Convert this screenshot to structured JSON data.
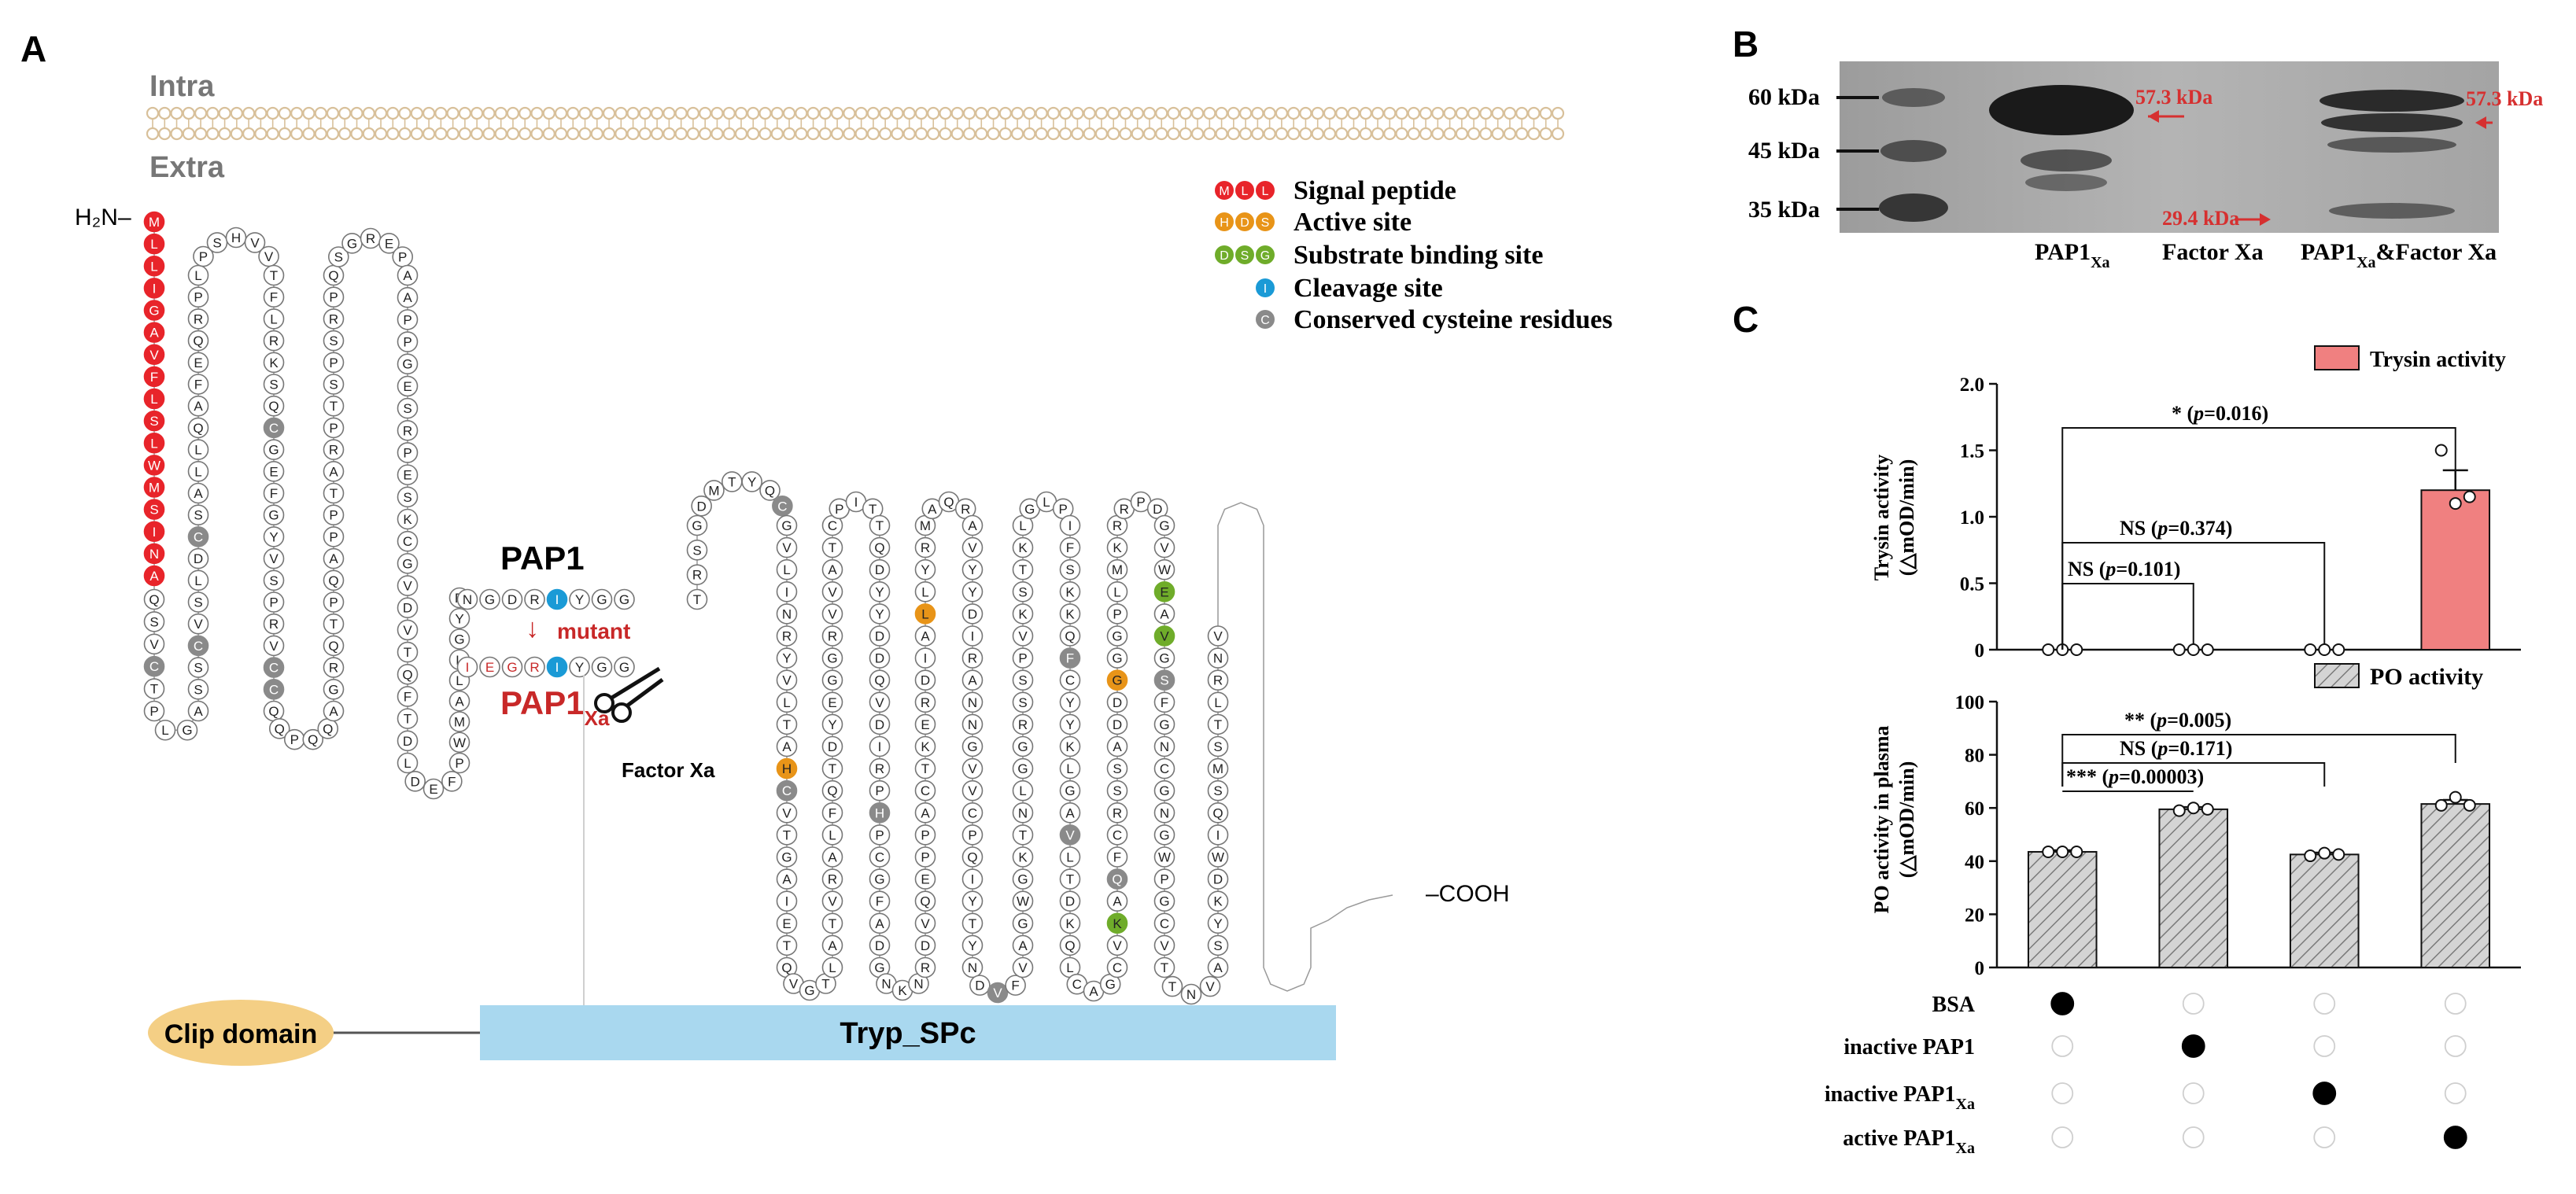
{
  "panels": {
    "a": "A",
    "b": "B",
    "c": "C"
  },
  "panel_a": {
    "intra": "Intra",
    "extra": "Extra",
    "n_term": "H₂N–",
    "c_term": "–COOH",
    "pap1_label": "PAP1",
    "pap1xa_label": "PAP1",
    "xa_sub": "Xa",
    "mutant_label": "mutant",
    "factor_xa": "Factor Xa",
    "wild_motif": [
      "N",
      "G",
      "D",
      "R",
      "I",
      "Y",
      "G",
      "G"
    ],
    "mutant_motif": [
      "I",
      "E",
      "G",
      "R",
      "I",
      "Y",
      "G",
      "G"
    ],
    "domains": {
      "clip": "Clip domain",
      "tryp": "Tryp_SPc"
    },
    "legend": [
      {
        "letters": [
          "M",
          "L",
          "L"
        ],
        "color": "#e8242a",
        "label": "Signal peptide"
      },
      {
        "letters": [
          "H",
          "D",
          "S"
        ],
        "color": "#e89418",
        "label": "Active site"
      },
      {
        "letters": [
          "D",
          "S",
          "G"
        ],
        "color": "#6fac2a",
        "label": "Substrate binding site"
      },
      {
        "letters": [
          "I"
        ],
        "color": "#1a9ad6",
        "label": "Cleavage site"
      },
      {
        "letters": [
          "C"
        ],
        "color": "#8a8a8a",
        "label": "Conserved cysteine residues"
      }
    ],
    "colors": {
      "signal": "#e8242a",
      "active": "#e89418",
      "substrate": "#6fac2a",
      "cleavage": "#1a9ad6",
      "cysteine": "#8a8a8a",
      "membrane": "#d8c09a",
      "clip": "#f4cf85",
      "tryp": "#a9d8ef"
    },
    "residues": {
      "signal": [
        "M",
        "L",
        "L",
        "I",
        "G",
        "A",
        "V",
        "F",
        "L",
        "S",
        "L",
        "W",
        "M",
        "S",
        "I",
        "N",
        "A"
      ],
      "seg1": [
        "Q",
        "S",
        "V",
        "C",
        "T",
        "P",
        "L",
        "G",
        "A",
        "S",
        "S",
        "C",
        "V",
        "S",
        "L",
        "D",
        "C",
        "S",
        "A",
        "L",
        "L",
        "Q",
        "A",
        "F",
        "E",
        "Q",
        "R",
        "P",
        "L",
        "P",
        "S",
        "H",
        "V",
        "V",
        "T",
        "F",
        "L",
        "R",
        "K",
        "S",
        "Q",
        "C",
        "G",
        "E",
        "F",
        "G",
        "Y",
        "V",
        "S",
        "P",
        "R",
        "V",
        "C",
        "C",
        "Q",
        "Q",
        "P",
        "Q",
        "Q",
        "A",
        "G",
        "R",
        "Q",
        "T",
        "P",
        "Q",
        "A",
        "P",
        "P",
        "T",
        "A",
        "R",
        "P",
        "T",
        "S",
        "P",
        "S",
        "R",
        "P",
        "Q",
        "S",
        "G",
        "R",
        "E",
        "P",
        "A",
        "A",
        "P",
        "P",
        "G",
        "E",
        "S",
        "R",
        "P",
        "E",
        "S",
        "K",
        "C",
        "G",
        "V",
        "D",
        "V",
        "T"
      ],
      "seg2": [
        "Q",
        "F",
        "T",
        "D",
        "L",
        "D",
        "E",
        "F",
        "P",
        "W",
        "M",
        "A",
        "L",
        "L",
        "G",
        "Y",
        "R",
        "T",
        "R",
        "S",
        "G",
        "D",
        "M",
        "T",
        "Y",
        "Q",
        "C",
        "G",
        "V",
        "L",
        "I",
        "N",
        "R",
        "Y",
        "V",
        "L",
        "T",
        "A",
        "H",
        "C",
        "V",
        "T",
        "G",
        "A",
        "I",
        "E",
        "T",
        "Q",
        "V",
        "G",
        "T",
        "L",
        "A",
        "T",
        "V",
        "R",
        "A",
        "L",
        "F",
        "Q",
        "T",
        "D",
        "Y",
        "E",
        "G",
        "G",
        "R",
        "V",
        "V",
        "A",
        "T",
        "C",
        "P",
        "I",
        "T",
        "T",
        "Q",
        "D",
        "Y",
        "Y",
        "D",
        "D",
        "Q",
        "V",
        "D",
        "I",
        "R",
        "P",
        "H",
        "P",
        "C",
        "G",
        "F",
        "A",
        "D",
        "G",
        "N",
        "K",
        "N",
        "R",
        "D",
        "V",
        "Q",
        "E",
        "P",
        "P",
        "A",
        "C",
        "T",
        "K",
        "E",
        "R",
        "D",
        "I",
        "A",
        "L",
        "L",
        "Y",
        "R",
        "M",
        "A",
        "Q",
        "R",
        "A",
        "V",
        "Y",
        "Y",
        "D",
        "I",
        "R",
        "A",
        "N",
        "N",
        "G",
        "V",
        "V",
        "C",
        "P",
        "Q",
        "I",
        "Y",
        "T",
        "Y",
        "N",
        "D",
        "V",
        "F",
        "V",
        "A",
        "G",
        "W",
        "G",
        "K",
        "T",
        "N",
        "L",
        "G",
        "G",
        "R",
        "S",
        "S",
        "P",
        "V",
        "K",
        "S",
        "T",
        "K",
        "L",
        "G",
        "L",
        "P",
        "I",
        "F",
        "S",
        "K",
        "K",
        "Q",
        "F",
        "C",
        "Y",
        "Y",
        "K",
        "L",
        "G",
        "A",
        "V",
        "L",
        "T",
        "D",
        "K",
        "Q",
        "L",
        "C",
        "A",
        "G",
        "C",
        "V",
        "K",
        "A",
        "Q",
        "F",
        "C",
        "R",
        "S",
        "S",
        "A",
        "D",
        "D",
        "G",
        "G",
        "G",
        "P",
        "L",
        "M",
        "K",
        "R",
        "R",
        "P",
        "D",
        "G",
        "V",
        "W",
        "E",
        "A",
        "V",
        "G",
        "S",
        "F",
        "G",
        "N",
        "C",
        "G",
        "N",
        "G",
        "W",
        "P",
        "G",
        "C",
        "V",
        "T",
        "T",
        "N",
        "V",
        "A",
        "S",
        "Y",
        "K",
        "D",
        "W",
        "I",
        "Q",
        "S",
        "M",
        "S",
        "T",
        "L",
        "R",
        "N",
        "V"
      ]
    },
    "highlights": {
      "seg1": {
        "3": "cysteine",
        "11": "cysteine",
        "16": "cysteine",
        "41": "cysteine",
        "52": "cysteine",
        "53": "cysteine"
      },
      "seg2": {
        "26": "cysteine",
        "39": "cysteine",
        "38": "active",
        "115": "active",
        "88": "cysteine",
        "145": "cysteine",
        "177": "cysteine",
        "185": "cysteine",
        "199": "cysteine",
        "197": "substrate",
        "208": "active",
        "226": "cysteine",
        "222": "substrate",
        "224": "substrate"
      }
    }
  },
  "panel_b": {
    "markers": [
      "60 kDa",
      "45 kDa",
      "35 kDa"
    ],
    "annotations": [
      "57.3 kDa",
      "57.3 kDa",
      "29.4 kDa"
    ],
    "lanes": [
      {
        "main": "PAP1",
        "sub": "Xa",
        "tail": ""
      },
      {
        "main": "Factor Xa",
        "sub": "",
        "tail": ""
      },
      {
        "main": "PAP1",
        "sub": "Xa",
        "tail": "&Factor Xa"
      }
    ]
  },
  "panel_c": {
    "legend_top": "Trysin activity",
    "legend_bottom": "PO activity",
    "ylabel_top": [
      "Trysin activity",
      "(△mOD/min)"
    ],
    "ylabel_bottom": [
      "PO activity in plasma",
      "(△mOD/min)"
    ],
    "matrix_rows": [
      "BSA",
      "inactive PAP1",
      "inactive PAP1",
      "active PAP1"
    ],
    "matrix_subs": [
      "",
      "",
      "Xa",
      "Xa"
    ],
    "matrix_filled": [
      0,
      1,
      2,
      3
    ]
  },
  "chart_data": [
    {
      "type": "bar",
      "categories": [
        "BSA",
        "inactive PAP1",
        "inactive PAP1Xa",
        "active PAP1Xa"
      ],
      "series": [
        {
          "name": "Trysin activity",
          "values": [
            0,
            0,
            0,
            1.2
          ],
          "errors": [
            0,
            0,
            0,
            0.15
          ],
          "color": "#f08080"
        }
      ],
      "points": [
        [
          0,
          0,
          0
        ],
        [
          0,
          0,
          0
        ],
        [
          0,
          0,
          0
        ],
        [
          1.5,
          1.1,
          1.15
        ]
      ],
      "ylabel": "Trysin activity (△mOD/min)",
      "ylim": [
        0,
        2.0
      ],
      "yticks": [
        "0",
        "0.5",
        "1.0",
        "1.5",
        "2.0"
      ],
      "significance": [
        {
          "from": 0,
          "to": 3,
          "text": "* (p=0.016)"
        },
        {
          "from": 0,
          "to": 2,
          "text": "NS (p=0.374)"
        },
        {
          "from": 0,
          "to": 1,
          "text": "NS (p=0.101)"
        }
      ]
    },
    {
      "type": "bar",
      "categories": [
        "BSA",
        "inactive PAP1",
        "inactive PAP1Xa",
        "active PAP1Xa"
      ],
      "series": [
        {
          "name": "PO activity",
          "values": [
            43.5,
            59.5,
            42.5,
            61.5
          ],
          "errors": [
            0.6,
            0.8,
            0.7,
            1.5
          ],
          "color": "#c8c8c8"
        }
      ],
      "points": [
        [
          43.5,
          43.5,
          43.5
        ],
        [
          59,
          60,
          59.5
        ],
        [
          42,
          43,
          42.5
        ],
        [
          61,
          64,
          61
        ]
      ],
      "ylabel": "PO activity in plasma (△mOD/min)",
      "ylim": [
        0,
        100
      ],
      "yticks": [
        "0",
        "20",
        "40",
        "60",
        "80",
        "100"
      ],
      "significance": [
        {
          "from": 0,
          "to": 3,
          "text": "** (p=0.005)"
        },
        {
          "from": 0,
          "to": 2,
          "text": "NS (p=0.171)"
        },
        {
          "from": 0,
          "to": 1,
          "text": "*** (p=0.00003)"
        }
      ]
    }
  ]
}
